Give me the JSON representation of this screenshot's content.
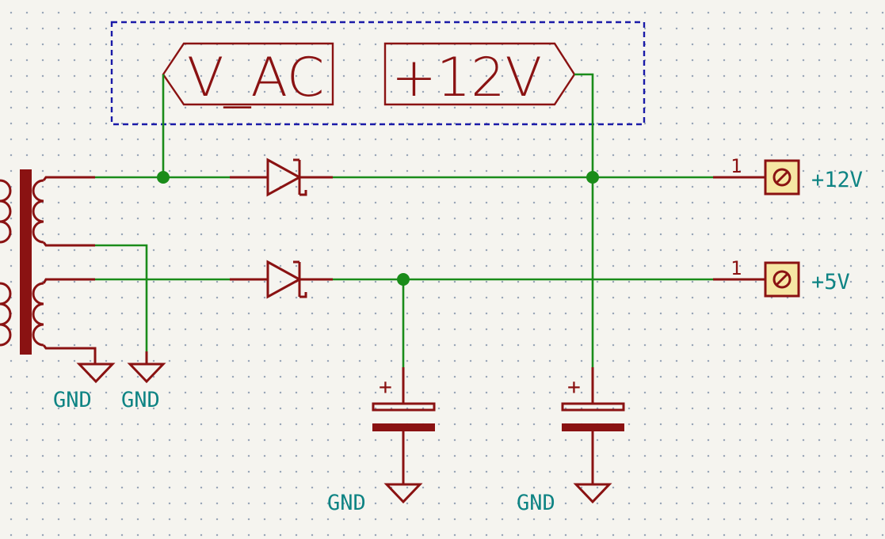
{
  "labels": {
    "v_ac": "V_AC",
    "v12": "+12V"
  },
  "connectors": [
    {
      "pin": "1",
      "net": "+12V"
    },
    {
      "pin": "1",
      "net": "+5V"
    }
  ],
  "grounds": [
    "GND",
    "GND",
    "GND",
    "GND"
  ],
  "capacitor_plus": [
    "+",
    "+"
  ],
  "colors": {
    "wire": "#1a8c1a",
    "symbol": "#8a1212",
    "net_text": "#0f8484",
    "connector_fill": "#f6e7a4",
    "dashed_box": "#1a1aa8",
    "grid_dot": "#9aa7b8"
  }
}
